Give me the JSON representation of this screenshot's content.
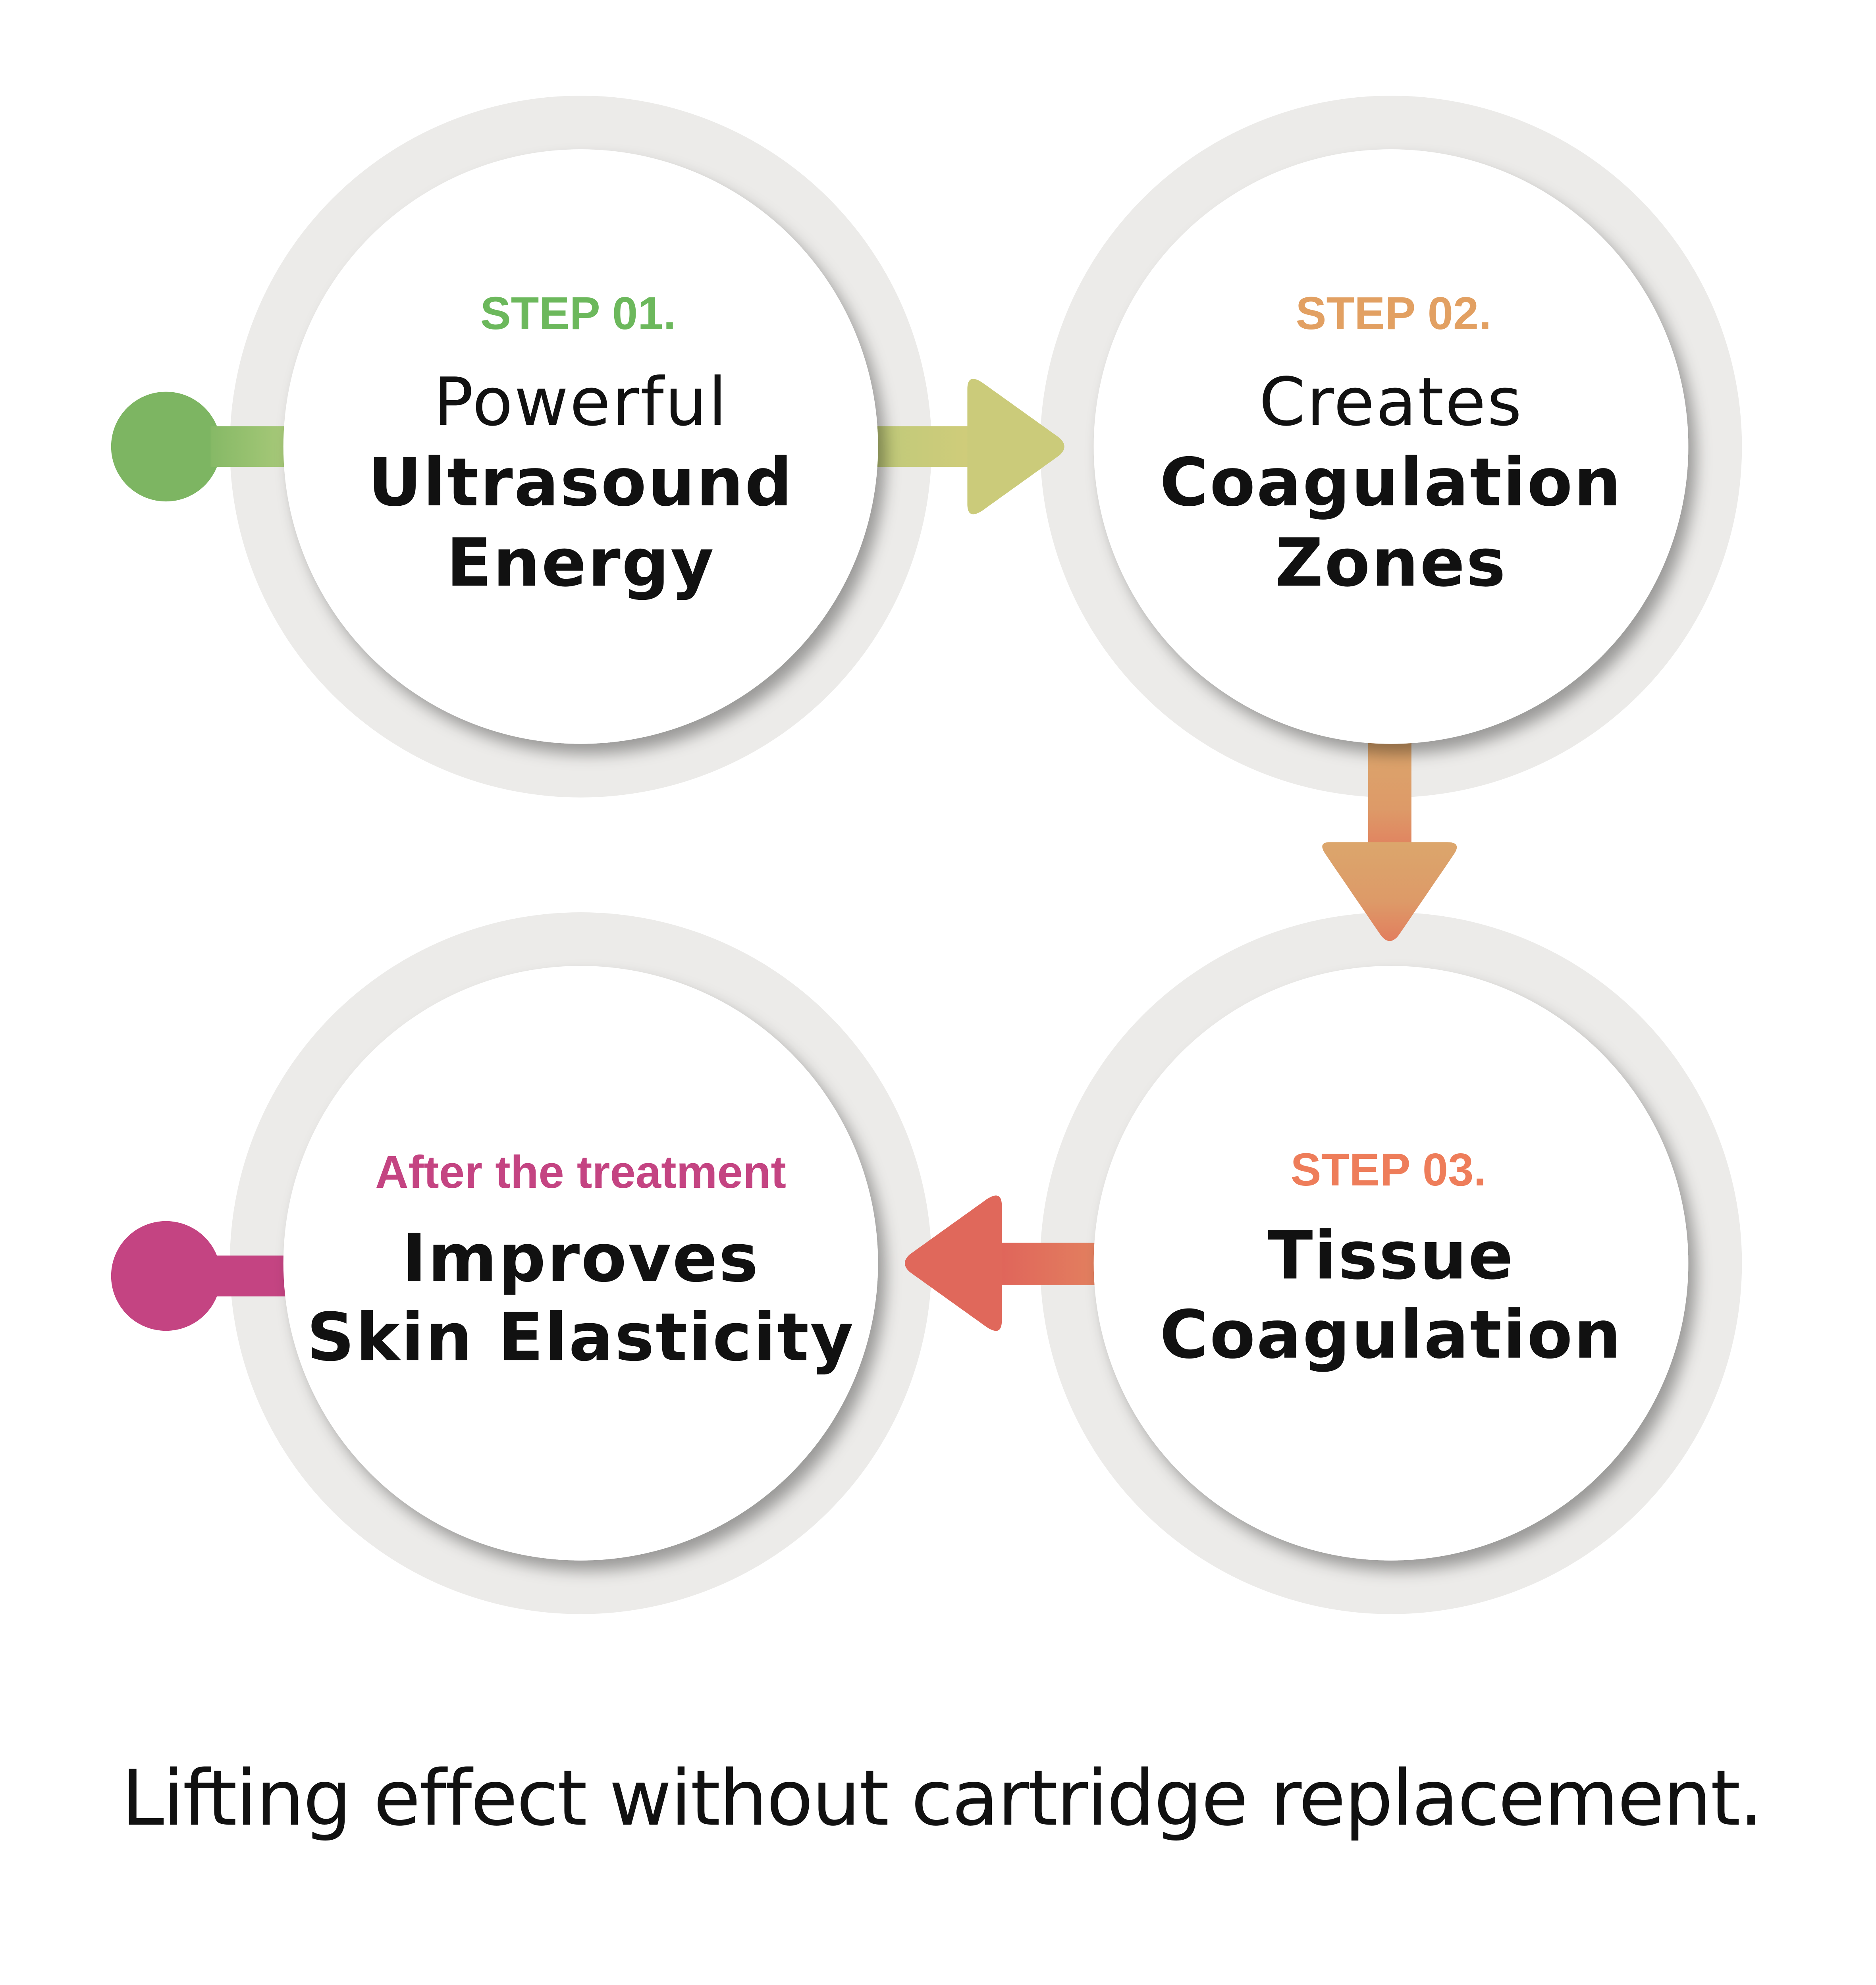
{
  "colors": {
    "ring": "#ecebe9",
    "step1": "#6cb85c",
    "step2": "#e2a062",
    "step3": "#ee7d5a",
    "after": "#c44482"
  },
  "steps": [
    {
      "label": "STEP 01.",
      "line1": "Powerful",
      "line2": "Ultrasound",
      "line3": "Energy"
    },
    {
      "label": "STEP 02.",
      "line1": "Creates",
      "line2": "Coagulation",
      "line3": "Zones"
    },
    {
      "label": "STEP 03.",
      "line1": "Tissue",
      "line2": "Coagulation"
    },
    {
      "label": "After the treatment",
      "line1": "Improves",
      "line2": "Skin Elasticity"
    }
  ],
  "caption": "Lifting effect without cartridge replacement."
}
